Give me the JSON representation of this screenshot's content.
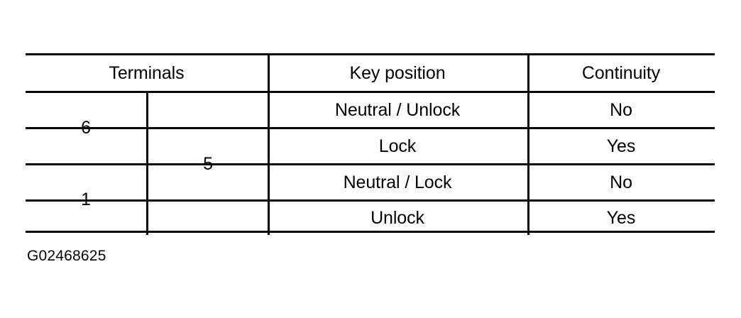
{
  "figure": {
    "caption": "G02468625",
    "background_color": "#ffffff",
    "line_color": "#000000",
    "text_color": "#000000"
  },
  "table": {
    "headers": {
      "terminals": "Terminals",
      "key_position": "Key position",
      "continuity": "Continuity"
    },
    "terminals": {
      "left_top": "6",
      "left_bottom": "1",
      "right_spanning": "5"
    },
    "rows": [
      {
        "key_position": "Neutral / Unlock",
        "continuity": "No"
      },
      {
        "key_position": "Lock",
        "continuity": "Yes"
      },
      {
        "key_position": "Neutral / Lock",
        "continuity": "No"
      },
      {
        "key_position": "Unlock",
        "continuity": "Yes"
      }
    ]
  }
}
